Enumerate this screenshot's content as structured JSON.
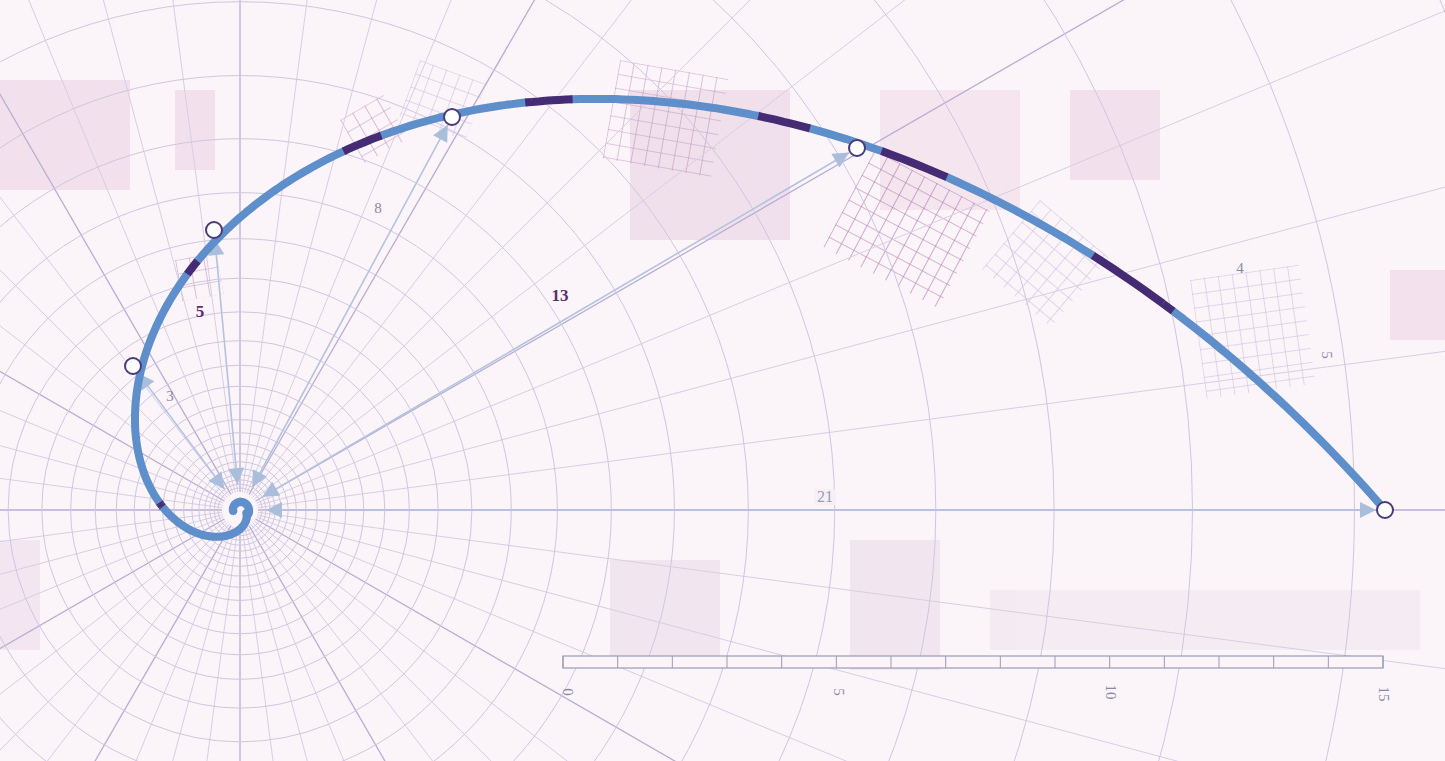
{
  "diagram": {
    "labels": [
      "8",
      "5",
      "3",
      "13",
      "4",
      "5",
      "21",
      "0",
      "5",
      "10",
      "15"
    ]
  }
}
